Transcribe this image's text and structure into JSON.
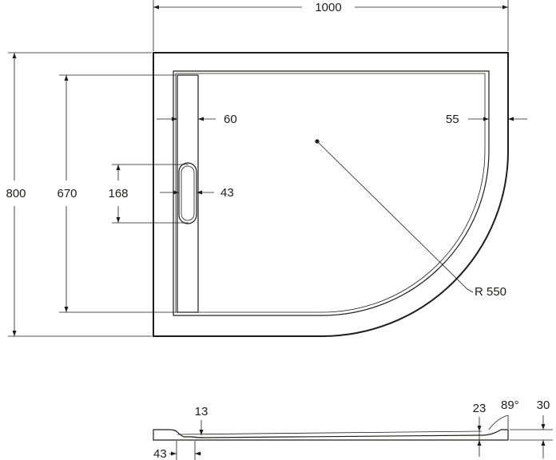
{
  "plan_view": {
    "width_mm": "1000",
    "depth_mm": "800",
    "inner_depth_mm": "670",
    "drain_length_mm": "168",
    "channel_width_mm": "60",
    "drain_width_mm": "43",
    "rim_width_mm": "55",
    "radius_label": "R 550"
  },
  "section_view": {
    "edge_thickness_mm": "13",
    "drain_width_mm": "43",
    "rim_height_mm": "23",
    "angle": "89°",
    "total_height_mm": "30"
  }
}
